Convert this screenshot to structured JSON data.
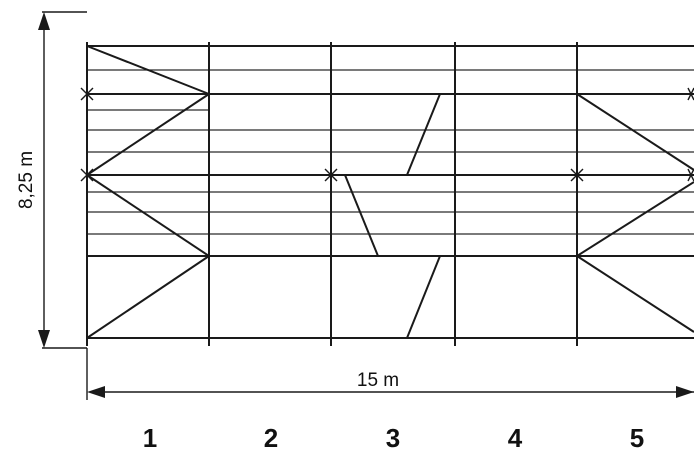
{
  "dimensions": {
    "height_label": "8,25 m",
    "width_label": "15 m"
  },
  "bays": [
    "1",
    "2",
    "3",
    "4",
    "5"
  ]
}
